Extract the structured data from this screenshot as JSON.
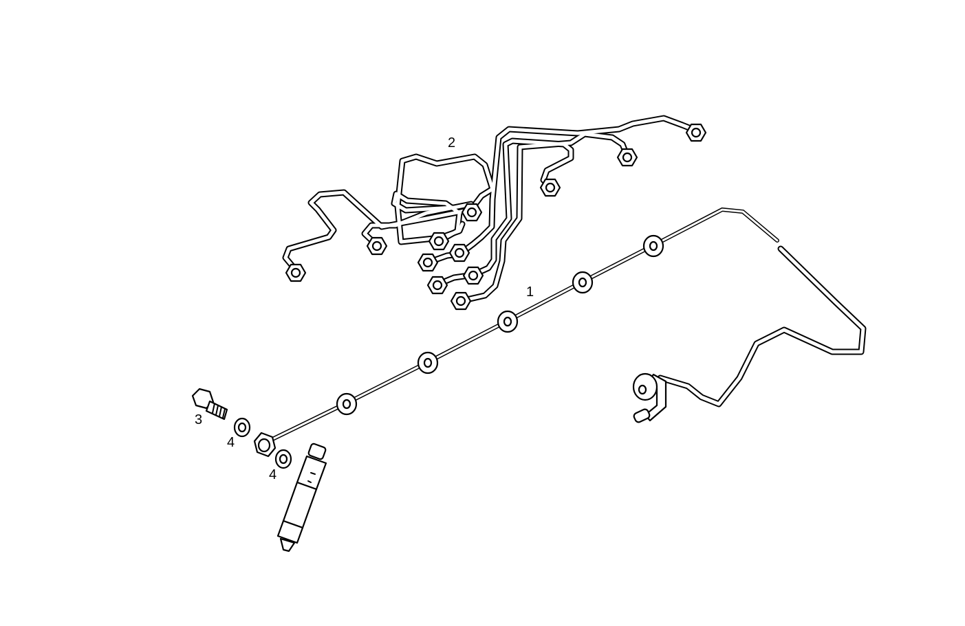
{
  "callouts": {
    "leak_off_line": "1",
    "injection_lines": "2",
    "banjo_bolt": "3",
    "washer_upper": "4",
    "washer_lower": "4"
  }
}
